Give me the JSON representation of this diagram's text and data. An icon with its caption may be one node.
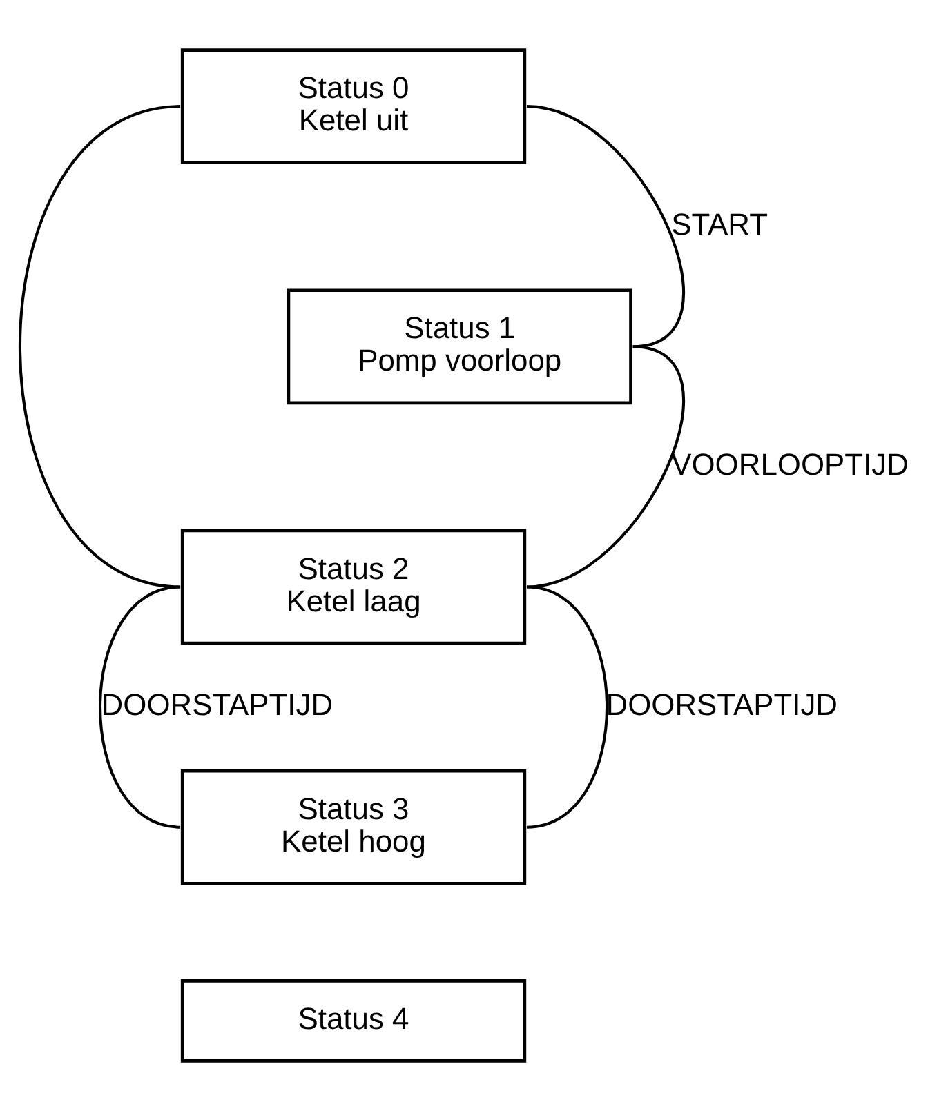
{
  "diagram": {
    "nodes": [
      {
        "text": [
          "Status 0",
          "Ketel uit"
        ]
      },
      {
        "text": [
          "Status 1",
          "Pomp voorloop"
        ]
      },
      {
        "text": [
          "Status 2",
          "Ketel laag"
        ]
      },
      {
        "text": [
          "Status 3",
          "Ketel hoog"
        ]
      },
      {
        "text": [
          "Status 4"
        ]
      }
    ],
    "edges": [
      {
        "from": 0,
        "to": 1,
        "arrow": "none",
        "label": "START"
      },
      {
        "from": 1,
        "to": 2,
        "arrow": "none",
        "label": "VOORLOOPTIJD"
      },
      {
        "from": 2,
        "to": 0,
        "arrow": "none"
      },
      {
        "from": 2,
        "to": 3,
        "arrow": "none",
        "label": "DOORSTAPTIJD"
      },
      {
        "from": 3,
        "to": 2,
        "arrow": "none",
        "label": "DOORSTAPTIJD"
      }
    ]
  }
}
